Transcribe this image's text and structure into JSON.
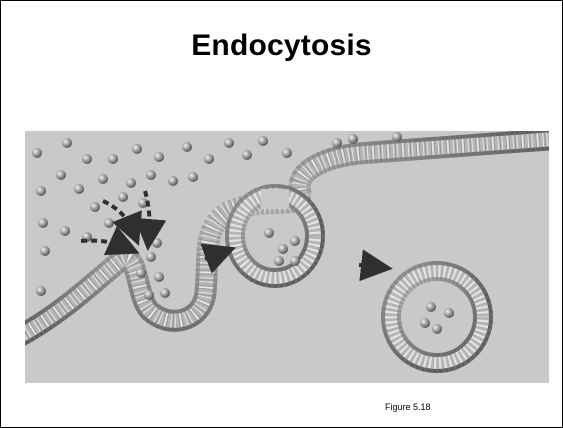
{
  "slide": {
    "title": "Endocytosis",
    "caption": "Figure 5.18"
  },
  "colors": {
    "background": "#c9c9c9",
    "membrane_head": "#8c8c8c",
    "membrane_tail": "#e6e6e6",
    "molecule": "#9a9a9a",
    "arrow": "#2f2f2f"
  },
  "icons": [
    "molecule-particle",
    "dashed-arrow",
    "phospholipid-bilayer",
    "vesicle"
  ]
}
